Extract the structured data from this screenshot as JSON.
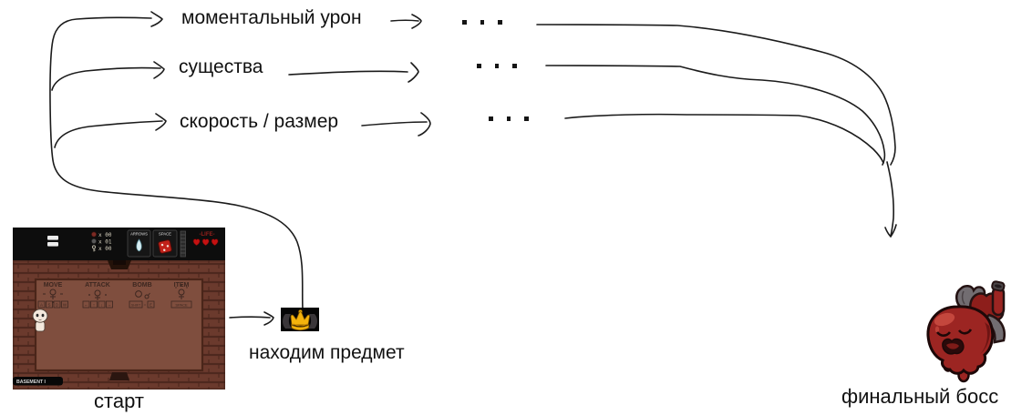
{
  "colors": {
    "ink": "#1b1b1b",
    "text": "#111111",
    "crown_gold": "#f4b30c",
    "boss_red": "#9c2522",
    "life_red": "#9a211c",
    "hud_black": "#0d0d0d",
    "wall_brown": "#6b3a2d",
    "floor_brown": "#7f4e3e",
    "tear_blue": "#d9f0f5"
  },
  "flow": {
    "start": {
      "label": "старт"
    },
    "item": {
      "label": "находим предмет",
      "icon": "crown-item-icon"
    },
    "boss": {
      "label": "финальный босс",
      "icon": "moms-heart-boss"
    },
    "branches": [
      {
        "label": "моментальный урон",
        "ellipsis": ". . ."
      },
      {
        "label": "существа",
        "ellipsis": ". . ."
      },
      {
        "label": "скорость / размер",
        "ellipsis": ". . ."
      }
    ]
  },
  "game_screenshot": {
    "hud": {
      "coin_count": "x 00",
      "bomb_count": "x 01",
      "key_count": "x 00",
      "arrows_slot_label": "ARROWS",
      "space_slot_label": "SPACE",
      "life_label": "-LIFE-",
      "hearts_count": 3
    },
    "floor_hints": [
      {
        "title": "MOVE",
        "keys": [
          "A",
          "S",
          "D",
          "W"
        ]
      },
      {
        "title": "ATTACK",
        "keys": [
          "←",
          "↑",
          "↓",
          "→"
        ]
      },
      {
        "title": "BOMB",
        "keys": [
          "SHIFT",
          "=",
          "E"
        ]
      },
      {
        "title": "ITEM",
        "keys": [
          "SPACE"
        ]
      }
    ],
    "location_label": "BASEMENT I"
  }
}
